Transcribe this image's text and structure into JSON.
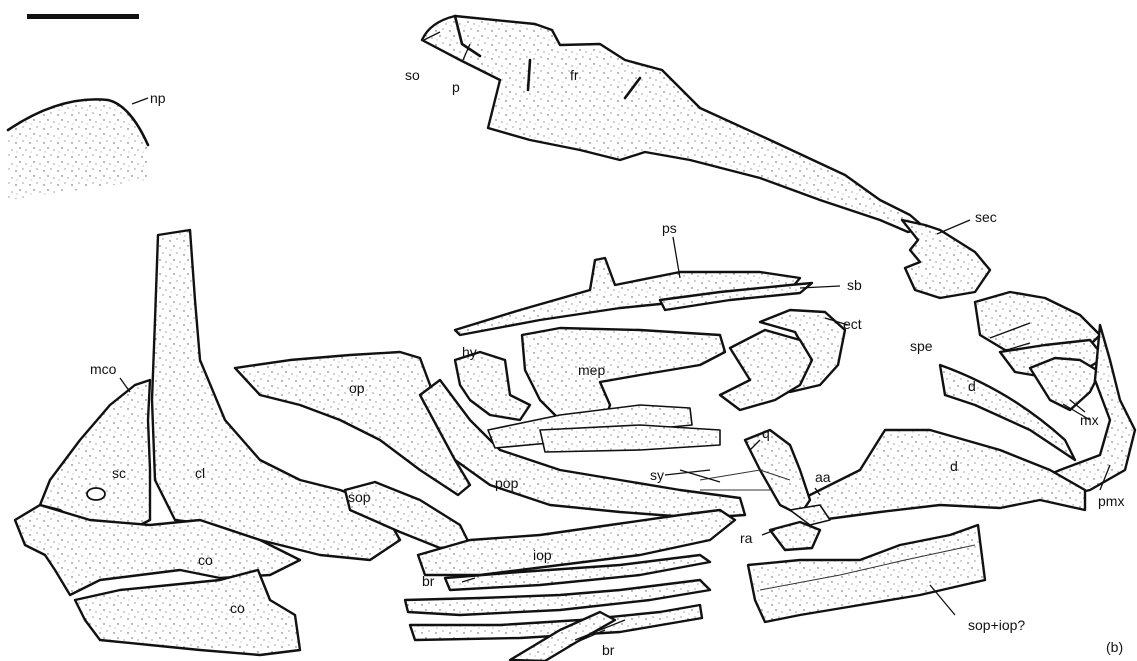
{
  "figure": {
    "panel_label": "(b)",
    "labels": {
      "so": "so",
      "p": "p",
      "fr": "fr",
      "np": "np",
      "sec": "sec",
      "ps": "ps",
      "sb": "sb",
      "ect": "ect",
      "spe": "spe",
      "hy": "hy",
      "mep": "mep",
      "op": "op",
      "mco": "mco",
      "d_upper": "d",
      "mx": "mx",
      "q": "q",
      "sy": "sy",
      "aa": "aa",
      "d_lower": "d",
      "pmx": "pmx",
      "sc": "sc",
      "cl": "cl",
      "sop": "sop",
      "pop": "pop",
      "co_upper": "co",
      "co_lower": "co",
      "iop": "iop",
      "ra": "ra",
      "br_upper": "br",
      "br_lower": "br",
      "sop_iop": "sop+iop?"
    }
  }
}
